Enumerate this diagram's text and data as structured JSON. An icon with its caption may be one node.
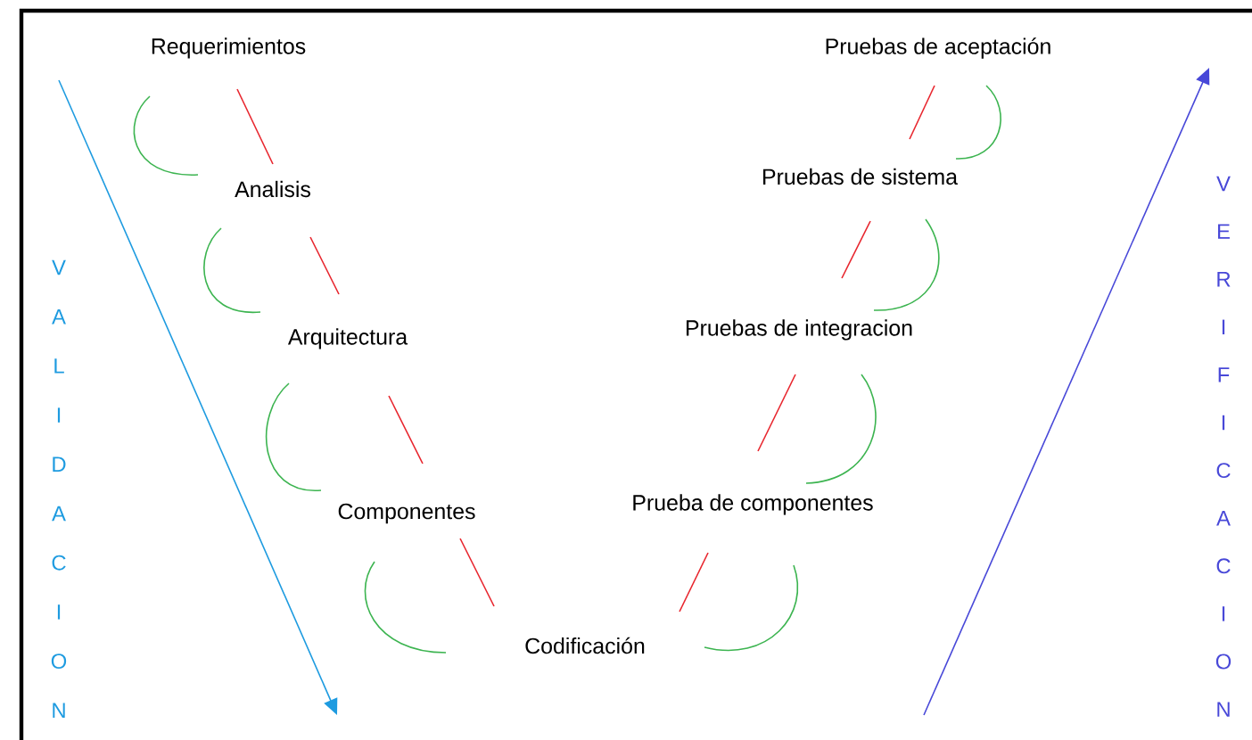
{
  "diagram": {
    "nodes": [
      {
        "text": [
          "Requerimientos"
        ]
      },
      {
        "text": [
          "Analisis"
        ]
      },
      {
        "text": [
          "Arquitectura"
        ]
      },
      {
        "text": [
          "Componentes"
        ]
      },
      {
        "text": [
          "Codificación"
        ]
      },
      {
        "text": [
          "Prueba de componentes"
        ]
      },
      {
        "text": [
          "Pruebas de integracion"
        ]
      },
      {
        "text": [
          "Pruebas de sistema"
        ]
      },
      {
        "text": [
          "Pruebas de aceptación"
        ]
      }
    ],
    "edges": [
      {
        "from": 0,
        "to": 1,
        "arrow": "none",
        "color": "#e8262e"
      },
      {
        "from": 0,
        "to": 1,
        "arrow": "none",
        "color": "#3cb450"
      },
      {
        "from": 1,
        "to": 2,
        "arrow": "none",
        "color": "#e8262e"
      },
      {
        "from": 1,
        "to": 2,
        "arrow": "none",
        "color": "#3cb450"
      },
      {
        "from": 2,
        "to": 3,
        "arrow": "none",
        "color": "#e8262e"
      },
      {
        "from": 2,
        "to": 3,
        "arrow": "none",
        "color": "#3cb450"
      },
      {
        "from": 3,
        "to": 4,
        "arrow": "none",
        "color": "#e8262e"
      },
      {
        "from": 3,
        "to": 4,
        "arrow": "none",
        "color": "#3cb450"
      },
      {
        "from": 4,
        "to": 5,
        "arrow": "none",
        "color": "#e8262e"
      },
      {
        "from": 4,
        "to": 5,
        "arrow": "none",
        "color": "#3cb450"
      },
      {
        "from": 5,
        "to": 6,
        "arrow": "none",
        "color": "#e8262e"
      },
      {
        "from": 5,
        "to": 6,
        "arrow": "none",
        "color": "#3cb450"
      },
      {
        "from": 6,
        "to": 7,
        "arrow": "none",
        "color": "#e8262e"
      },
      {
        "from": 6,
        "to": 7,
        "arrow": "none",
        "color": "#3cb450"
      },
      {
        "from": 7,
        "to": 8,
        "arrow": "none",
        "color": "#e8262e"
      },
      {
        "from": 7,
        "to": 8,
        "arrow": "none",
        "color": "#3cb450"
      }
    ],
    "labels": [
      "V",
      "A",
      "L",
      "I",
      "D",
      "A",
      "C",
      "I",
      "O",
      "N",
      "V",
      "E",
      "R",
      "I",
      "F",
      "I",
      "C",
      "A",
      "C",
      "I",
      "O",
      "N"
    ]
  }
}
